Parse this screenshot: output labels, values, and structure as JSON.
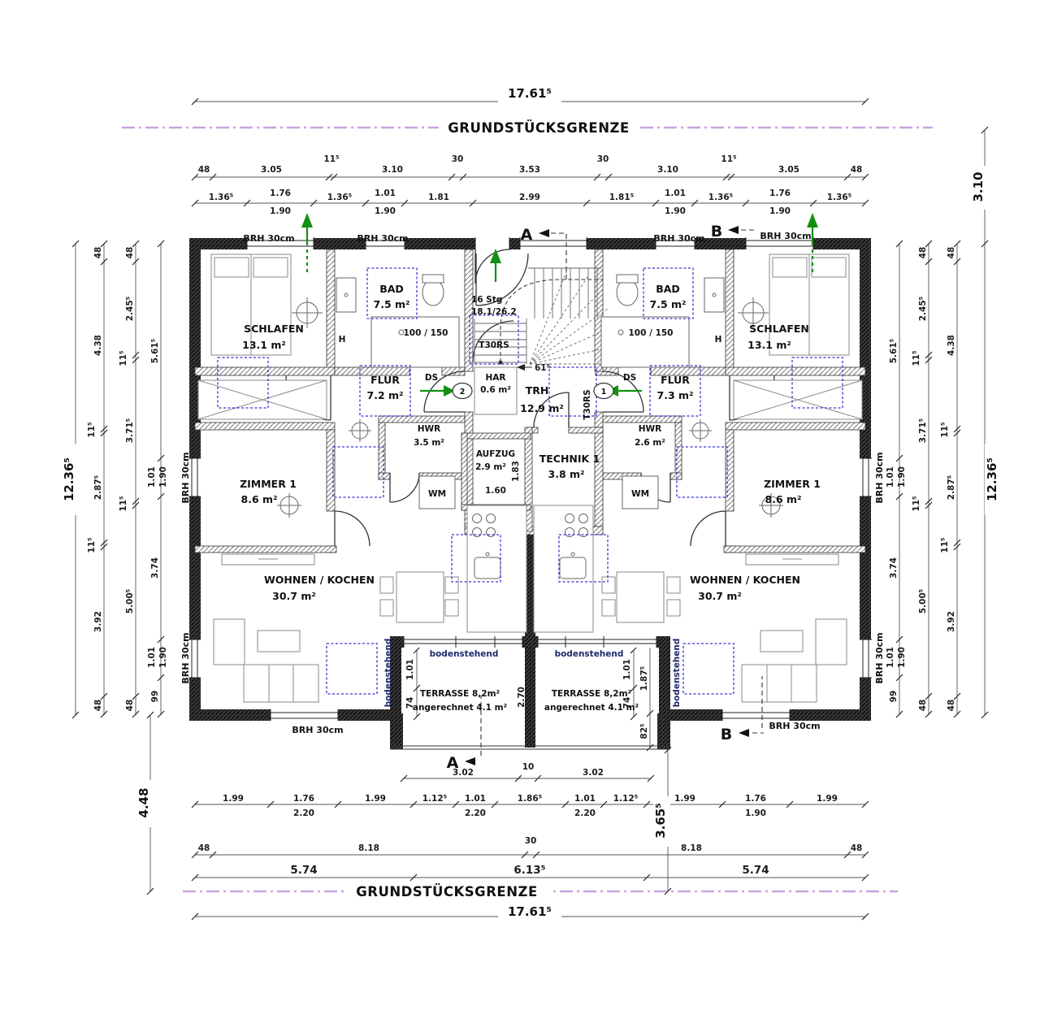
{
  "plan": {
    "colors": {
      "boundary_line": "#c9a2e0",
      "arrow_green": "#129012",
      "dashed_blue": "#3535d6",
      "note_navy": "#1d2a6b",
      "wall": "#2b2b2b"
    },
    "boundary_label": "GRUNDSTÜCKSGRENZE",
    "overall": {
      "width_top": "17.61⁵",
      "width_bottom": "17.61⁵",
      "height_left": "12.36⁵",
      "height_right": "12.36⁵",
      "offset_bottom_left": "4.48",
      "offset_bottom_center": "3.65⁵",
      "offset_top_right": "3.10"
    },
    "chains": {
      "top_outer": [
        "48",
        "3.05",
        "11⁵",
        "3.10",
        "30",
        "3.53",
        "30",
        "3.10",
        "11⁵",
        "3.05",
        "48"
      ],
      "top_inner": [
        "1.36⁵",
        "1.76",
        "1.90",
        "1.36⁵",
        "1.01",
        "1.90",
        "1.81",
        "2.99",
        "1.81⁵",
        "1.01",
        "1.90",
        "1.36⁵",
        "1.76",
        "1.90",
        "1.36⁵"
      ],
      "bottom_inner": [
        "1.99",
        "1.76",
        "2.20",
        "1.99",
        "1.12⁵",
        "1.01",
        "2.20",
        "1.86⁵",
        "1.01",
        "2.20",
        "1.12⁵",
        "1.99",
        "1.76",
        "1.90",
        "1.99"
      ],
      "bottom_mid": [
        "48",
        "8.18",
        "30",
        "8.18",
        "48"
      ],
      "bottom_outer": [
        "5.74",
        "6.13⁵",
        "5.74"
      ],
      "side_outer": [
        "48",
        "4.38",
        "11⁵",
        "2.87⁵",
        "11⁵",
        "3.92",
        "48"
      ],
      "side_mid": [
        "48",
        "2.45⁵",
        "11⁵",
        "3.71⁵",
        "11⁵",
        "5.00⁵",
        "48"
      ],
      "side_inner": [
        "5.61⁵",
        "1.01",
        "1.90",
        "3.74",
        "1.01",
        "1.90",
        "99"
      ],
      "terrace_bottom": [
        "3.02",
        "10",
        "3.02"
      ],
      "terrace_left": [
        "1.01",
        "74"
      ],
      "terrace_right": [
        "1.01",
        "74",
        "1.87⁵",
        "82⁵"
      ],
      "terrace_divider": "2.70",
      "lift": [
        "1.60",
        "1.83"
      ],
      "stair_exit": "61⁵"
    },
    "brh": "BRH 30cm",
    "sections": {
      "a": "A",
      "b": "B"
    },
    "apartment_left": {
      "schlafen": "SCHLAFEN",
      "schlafen_area": "13.1 m²",
      "bad": "BAD",
      "bad_area": "7.5 m²",
      "shower": "100 / 150",
      "flur": "FLUR",
      "flur_area": "7.2 m²",
      "hwr": "HWR",
      "hwr_area": "3.5 m²",
      "zimmer": "ZIMMER 1",
      "zimmer_area": "8.6 m²",
      "wohnen": "WOHNEN / KOCHEN",
      "wohnen_area": "30.7 m²",
      "wm": "WM",
      "h": "H",
      "terrace": "TERRASSE  8,2m²",
      "terrace_note": "angerechnet  4.1 m²",
      "window_note": "bodenstehend",
      "ds": "DS",
      "unit_no": "2"
    },
    "apartment_right": {
      "schlafen": "SCHLAFEN",
      "schlafen_area": "13.1 m²",
      "bad": "BAD",
      "bad_area": "7.5 m²",
      "shower": "100 / 150",
      "flur": "FLUR",
      "flur_area": "7.3 m²",
      "hwr": "HWR",
      "hwr_area": "2.6 m²",
      "zimmer": "ZIMMER 1",
      "zimmer_area": "8.6 m²",
      "wohnen": "WOHNEN / KOCHEN",
      "wohnen_area": "30.7 m²",
      "wm": "WM",
      "h": "H",
      "terrace": "TERRASSE  8,2m²",
      "terrace_note": "angerechnet  4.1 m²",
      "window_note": "bodenstehend",
      "ds": "DS",
      "unit_no": "1"
    },
    "core": {
      "stairs_line1": "16 Stg",
      "stairs_line2": "18.1/26.2",
      "fire_door": "T30RS",
      "har": "HAR",
      "har_area": "0.6 m²",
      "trh": "TRH",
      "trh_area": "12.9 m²",
      "lift": "AUFZUG",
      "lift_area": "2.9 m²",
      "technik": "TECHNIK 1",
      "technik_area": "3.8 m²"
    }
  }
}
